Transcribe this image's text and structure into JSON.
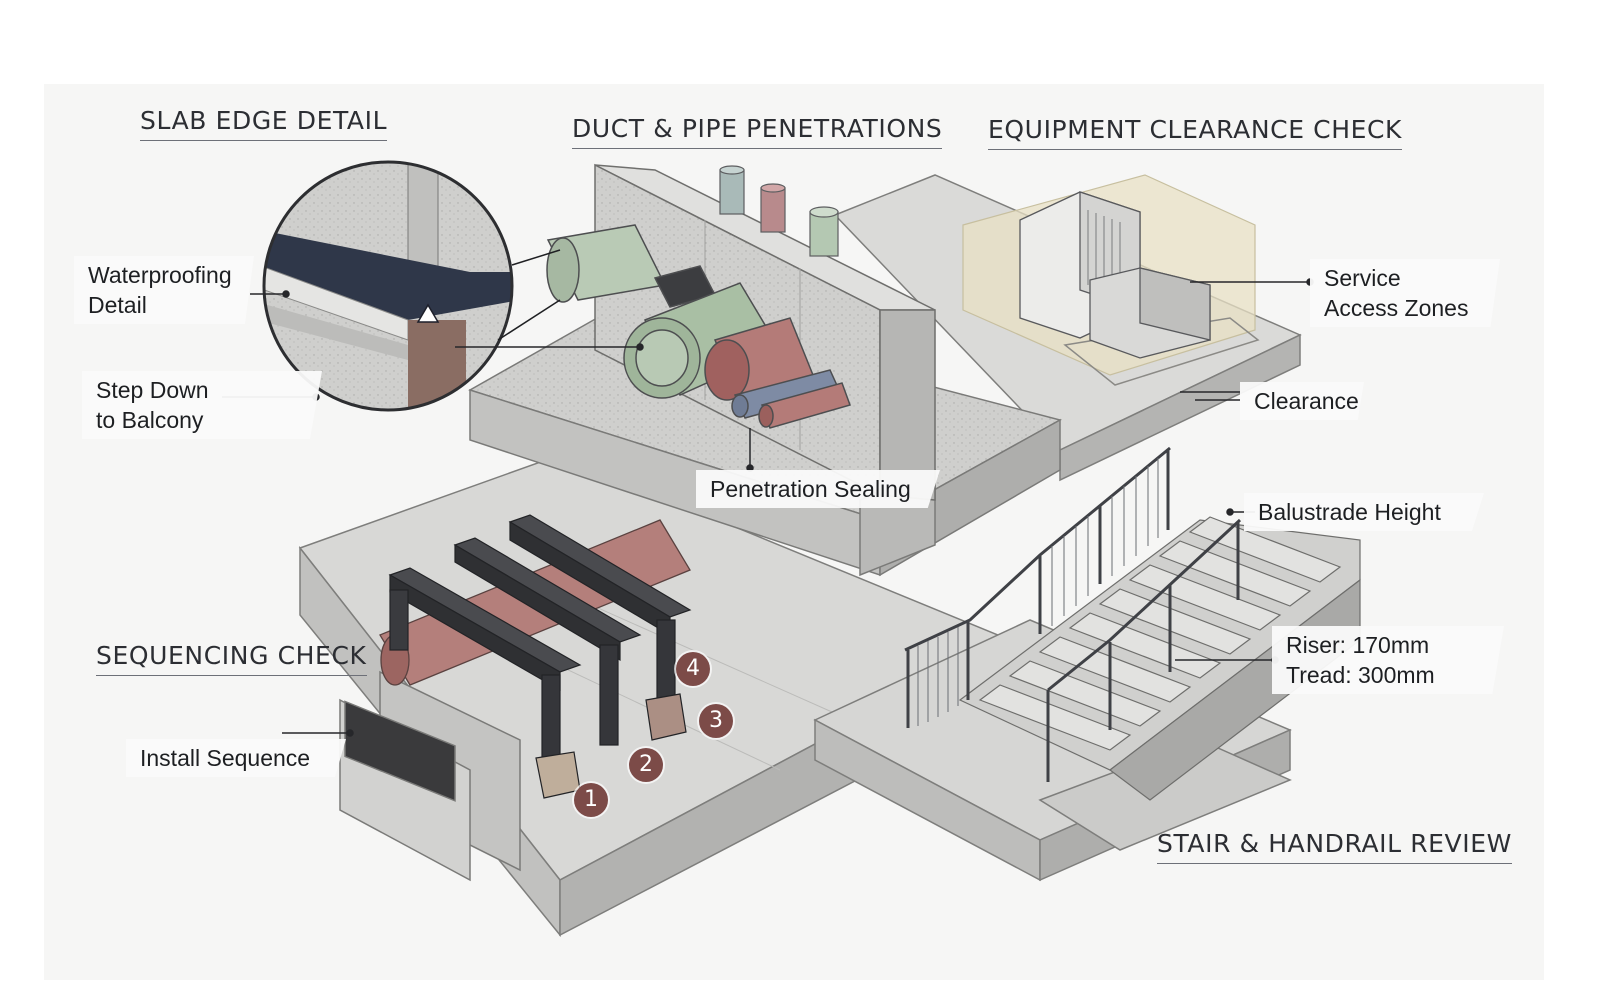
{
  "sections": {
    "slab_edge": "SLAB EDGE DETAIL",
    "penetrations": "DUCT & PIPE PENETRATIONS",
    "clearance": "EQUIPMENT CLEARANCE CHECK",
    "sequencing": "SEQUENCING CHECK",
    "stair": "STAIR & HANDRAIL REVIEW"
  },
  "callouts": {
    "waterproofing": [
      "Waterproofing",
      "Detail"
    ],
    "step_down": [
      "Step Down",
      "to Balcony"
    ],
    "penetration_sealing": "Penetration Sealing",
    "service_access": [
      "Service",
      "Access Zones"
    ],
    "clearance": "Clearance",
    "balustrade": "Balustrade Height",
    "riser_tread": [
      "Riser: 170mm",
      "Tread: 300mm"
    ],
    "install_sequence": "Install Sequence"
  },
  "sequence_markers": [
    "1",
    "2",
    "3",
    "4"
  ],
  "colors": {
    "concrete": "#c9c9c7",
    "duct_green": "#a7bba1",
    "pipe_red": "#a8716e",
    "pipe_blue": "#7d8aa3",
    "steel": "#3e4044",
    "marker": "#7c4b48",
    "clearance_zone": "#e8e0c4"
  }
}
